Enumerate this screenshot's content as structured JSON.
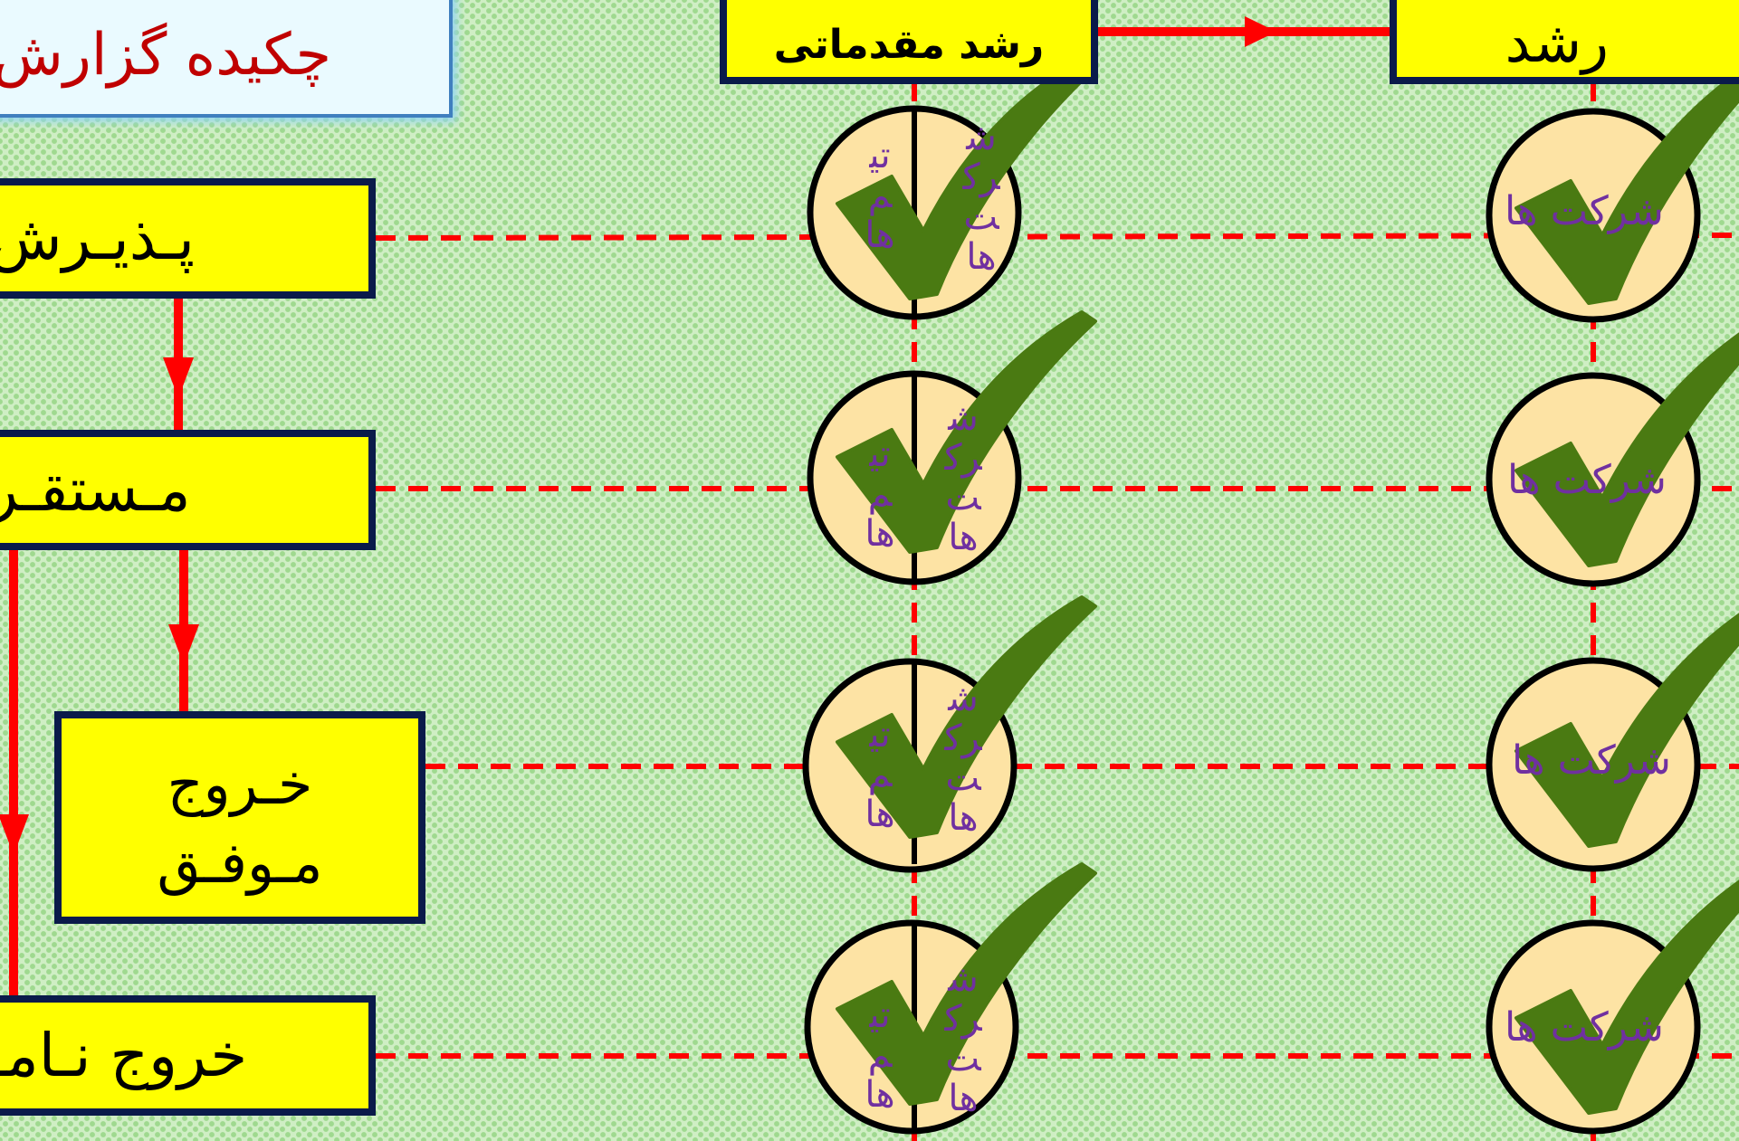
{
  "title": "چکیده گزارش",
  "stages": {
    "pre_incubation": "رشد مقدماتی",
    "incubation": "رشد"
  },
  "status_boxes": {
    "admission": "پـذیـرش",
    "settled": "مـستقـر",
    "success_exit": [
      "خـروج",
      "مـوفـق"
    ],
    "failed_exit": "خروج نـامـ"
  },
  "circle_labels": {
    "companies": "شرکت ها",
    "teams": "تیم ها"
  },
  "colors": {
    "box_fill": "#ffff00",
    "box_border": "#0a1a4a",
    "connector": "#ff0000",
    "circle_fill": "#fde3a4",
    "checkmark": "#4a7a12",
    "label_text": "#7030a0",
    "title_text": "#c00000"
  }
}
